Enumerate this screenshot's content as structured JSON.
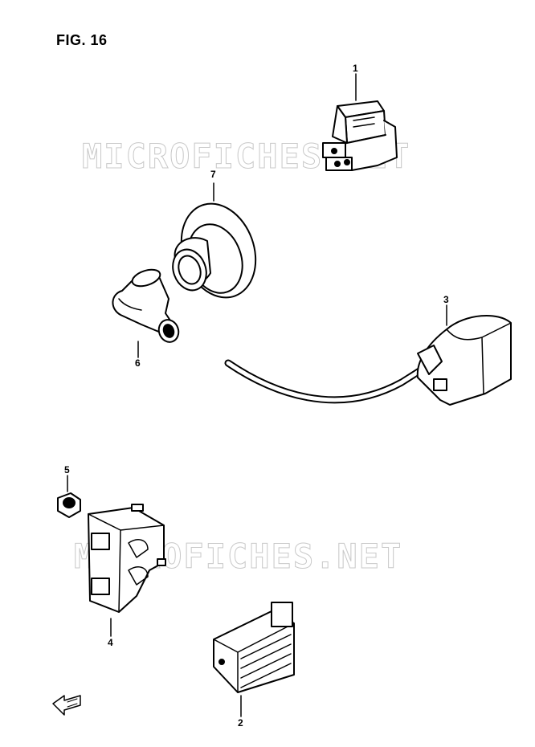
{
  "figure": {
    "title": "FIG. 16"
  },
  "watermark": {
    "text": "MICROFICHES.NET"
  },
  "parts": [
    {
      "id": "1",
      "label": "1"
    },
    {
      "id": "2",
      "label": "2"
    },
    {
      "id": "3",
      "label": "3"
    },
    {
      "id": "4",
      "label": "4"
    },
    {
      "id": "5",
      "label": "5"
    },
    {
      "id": "6",
      "label": "6"
    },
    {
      "id": "7",
      "label": "7"
    }
  ]
}
